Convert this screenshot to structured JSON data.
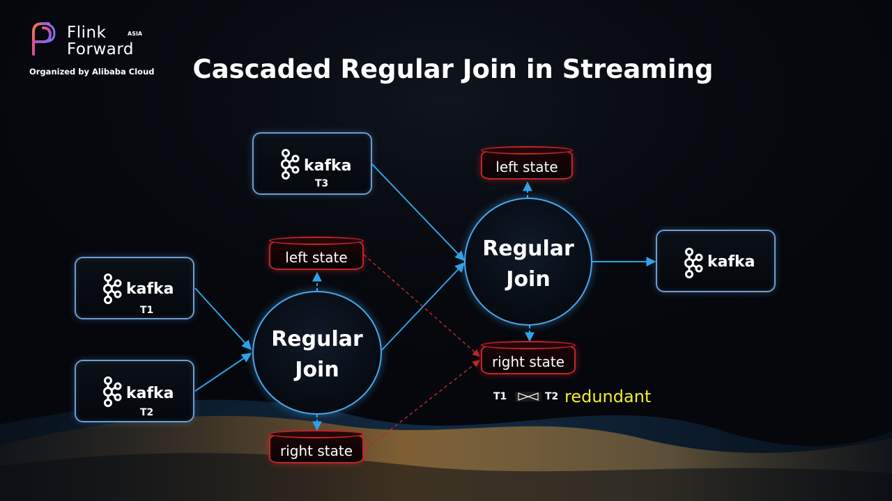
{
  "brand": {
    "line1": "Flink",
    "line2": "Forward",
    "badge": "ASIA",
    "organizer": "Organized by Alibaba Cloud"
  },
  "title": "Cascaded Regular Join in Streaming",
  "sources": [
    {
      "name": "kafka",
      "tag": "T1"
    },
    {
      "name": "kafka",
      "tag": "T2"
    },
    {
      "name": "kafka",
      "tag": "T3"
    }
  ],
  "sink": {
    "name": "kafka"
  },
  "joins": [
    {
      "label_line1": "Regular",
      "label_line2": "Join"
    },
    {
      "label_line1": "Regular",
      "label_line2": "Join"
    }
  ],
  "states": {
    "join1_left": "left state",
    "join1_right": "right state",
    "join2_left": "left state",
    "join2_right": "right state"
  },
  "note": {
    "left": "T1",
    "right": "T2",
    "label": "redundant"
  },
  "colors": {
    "flow": "#2fa3e8",
    "state_border": "#c0252a",
    "redundant_text": "#f5ee2a",
    "node_border": "#6f9ed1"
  }
}
